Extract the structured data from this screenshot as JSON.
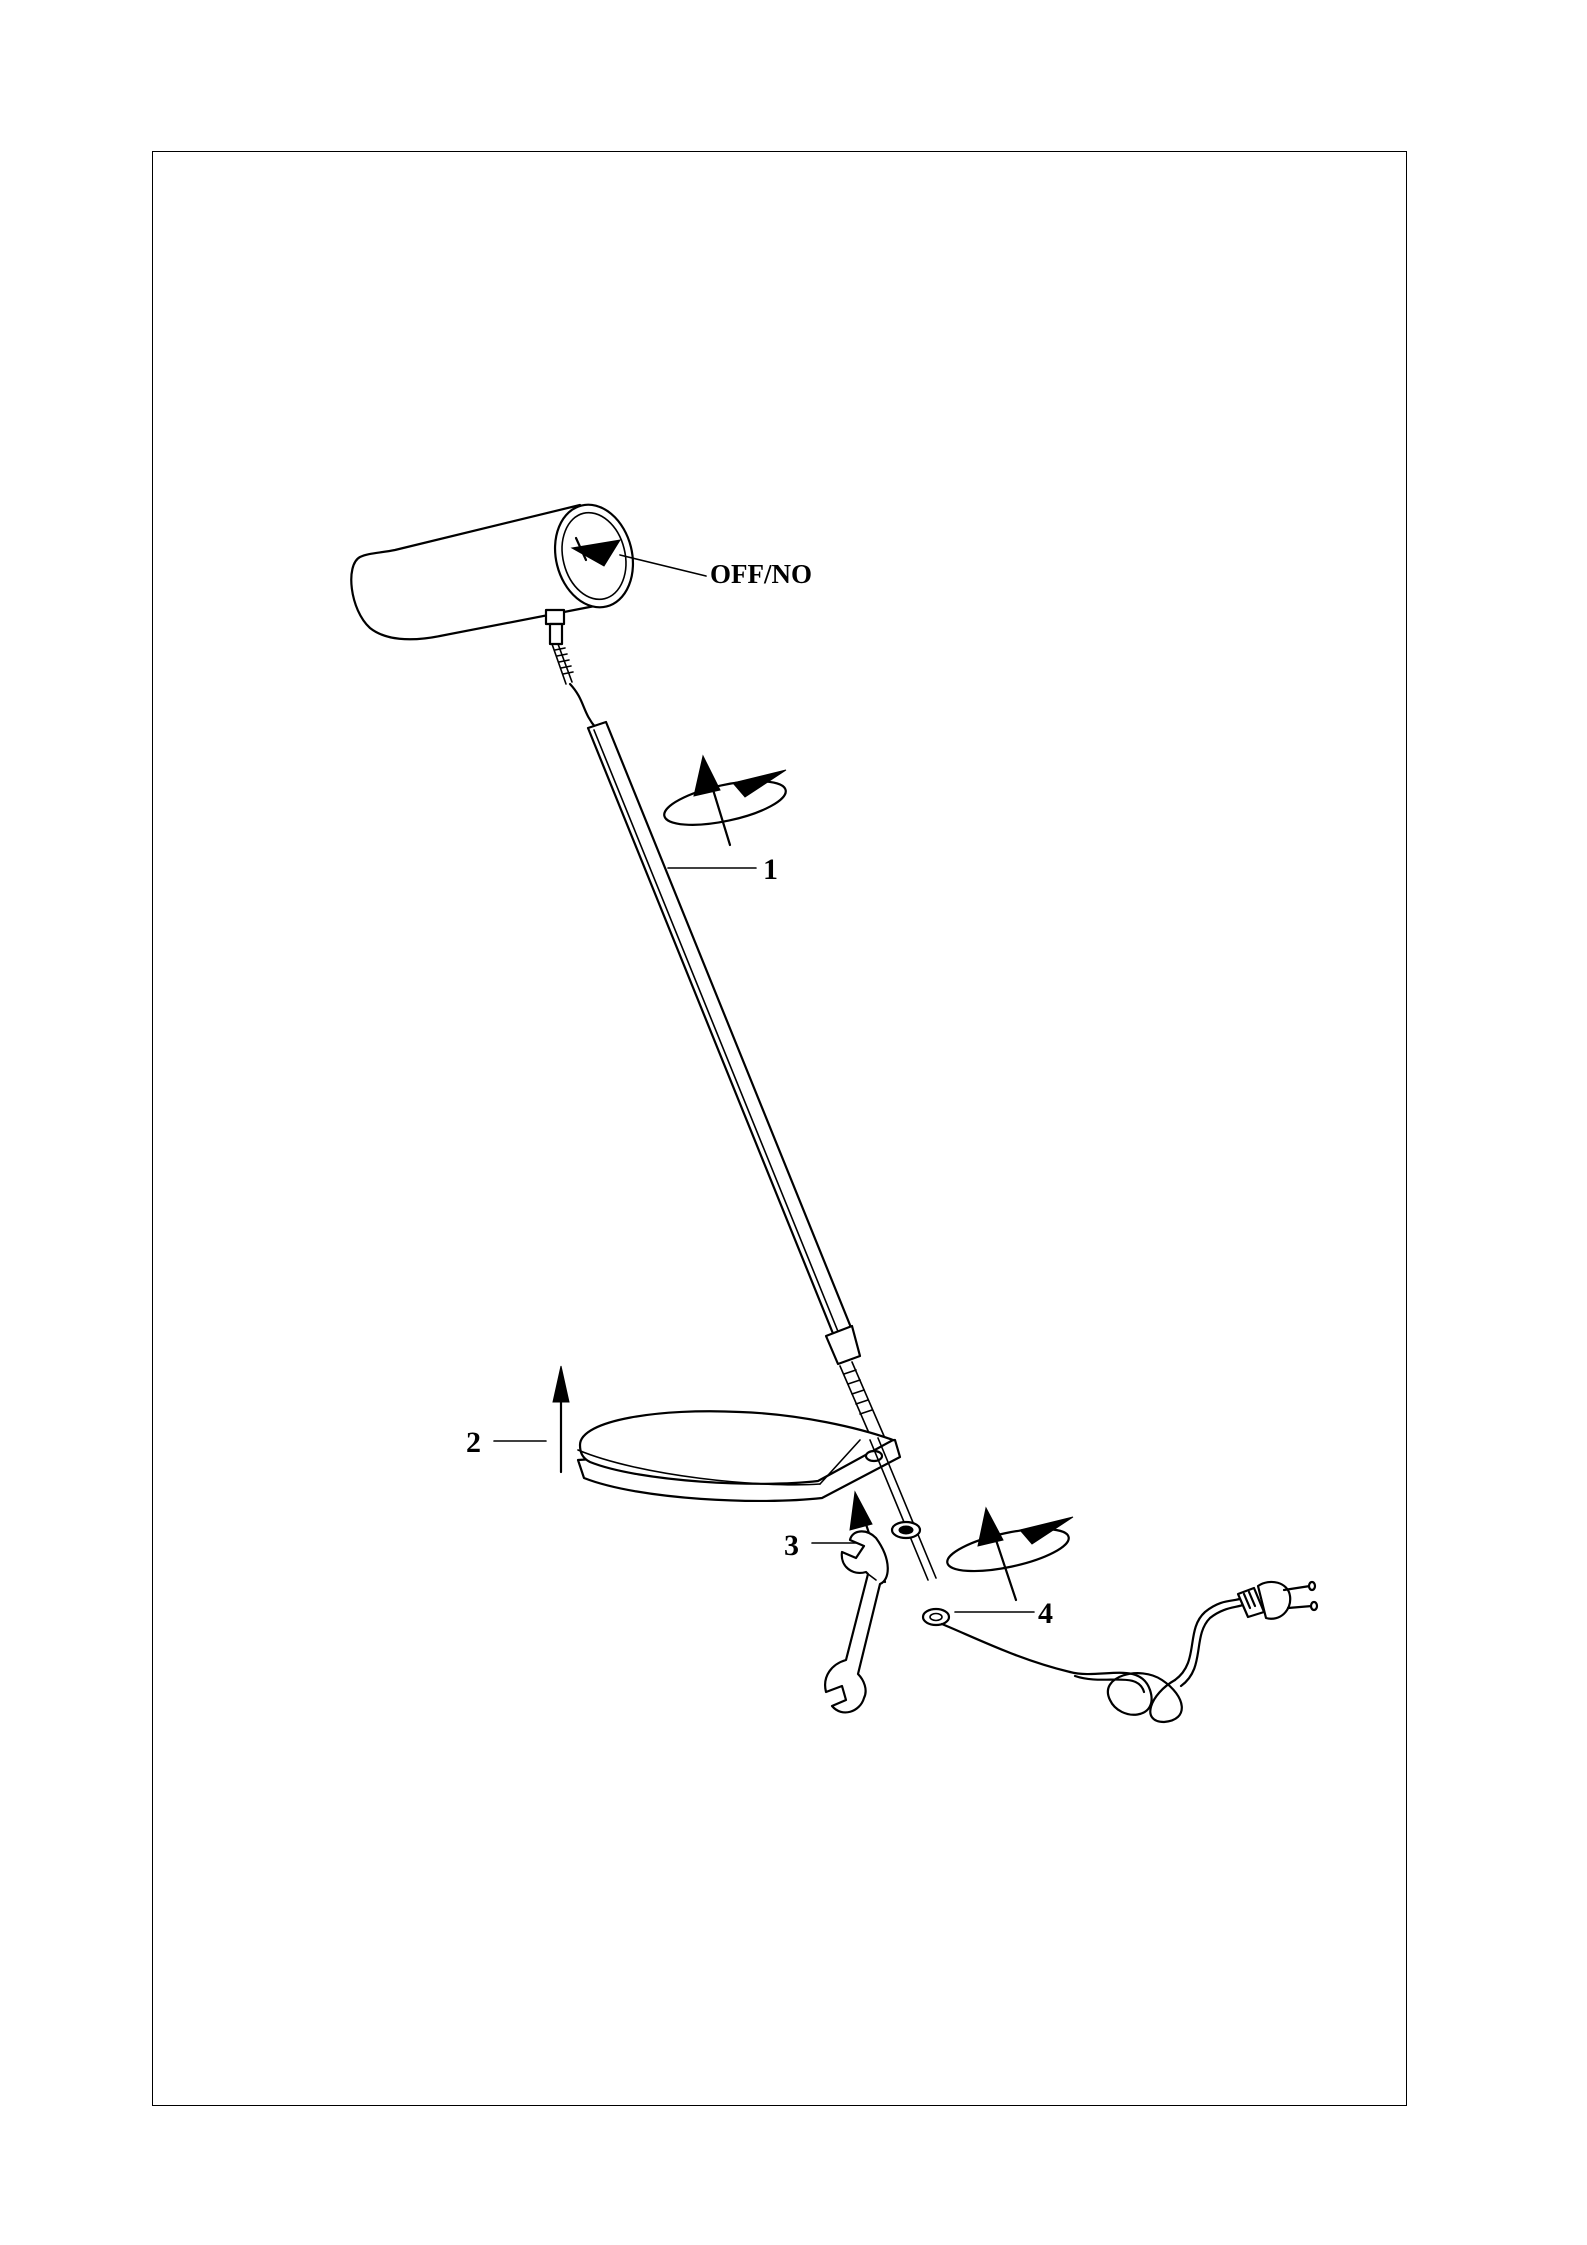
{
  "labels": {
    "switch": "OFF/NO",
    "part_1": "1",
    "part_2": "2",
    "part_3": "3",
    "part_4": "4"
  },
  "icons": [
    "lamp-head-icon",
    "lamp-pole-icon",
    "lamp-base-icon",
    "washer-icon",
    "nut-icon",
    "wrench-icon",
    "power-cord-icon",
    "euro-plug-icon",
    "rotate-arrow-icon",
    "up-arrow-icon"
  ],
  "colors": {
    "line": "#000000",
    "background": "#ffffff"
  }
}
